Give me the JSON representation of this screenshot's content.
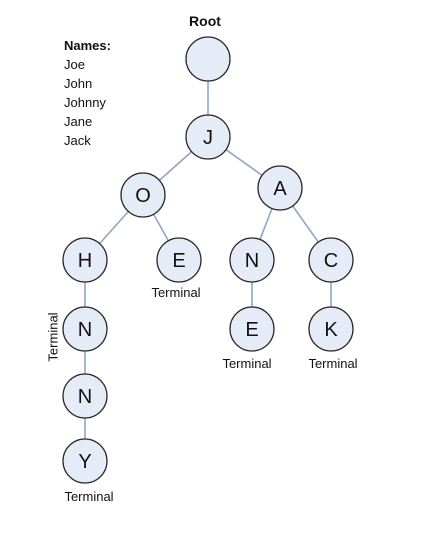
{
  "root_label": "Root",
  "names": {
    "title": "Names:",
    "items": [
      "Joe",
      "John",
      "Johnny",
      "Jane",
      "Jack"
    ]
  },
  "colors": {
    "node_fill": "#e6ecf7",
    "node_stroke": "#2b2b2b",
    "edge": "#8fa6c4"
  },
  "nodes": [
    {
      "id": "root",
      "letter": ""
    },
    {
      "id": "j",
      "letter": "J"
    },
    {
      "id": "o",
      "letter": "O"
    },
    {
      "id": "a",
      "letter": "A"
    },
    {
      "id": "h",
      "letter": "H"
    },
    {
      "id": "e1",
      "letter": "E"
    },
    {
      "id": "n1",
      "letter": "N"
    },
    {
      "id": "c",
      "letter": "C"
    },
    {
      "id": "n2",
      "letter": "N"
    },
    {
      "id": "e2",
      "letter": "E"
    },
    {
      "id": "k",
      "letter": "K"
    },
    {
      "id": "n3",
      "letter": "N"
    },
    {
      "id": "y",
      "letter": "Y"
    }
  ],
  "edges": [
    [
      "root",
      "j"
    ],
    [
      "j",
      "o"
    ],
    [
      "j",
      "a"
    ],
    [
      "o",
      "h"
    ],
    [
      "o",
      "e1"
    ],
    [
      "a",
      "n1"
    ],
    [
      "a",
      "c"
    ],
    [
      "h",
      "n2"
    ],
    [
      "n1",
      "e2"
    ],
    [
      "c",
      "k"
    ],
    [
      "n2",
      "n3"
    ],
    [
      "n3",
      "y"
    ]
  ],
  "terminal_labels": [
    {
      "node": "e1",
      "text": "Terminal"
    },
    {
      "node": "e2",
      "text": "Terminal"
    },
    {
      "node": "k",
      "text": "Terminal"
    },
    {
      "node": "y",
      "text": "Terminal"
    },
    {
      "node": "n2",
      "text": "Terminal"
    }
  ]
}
